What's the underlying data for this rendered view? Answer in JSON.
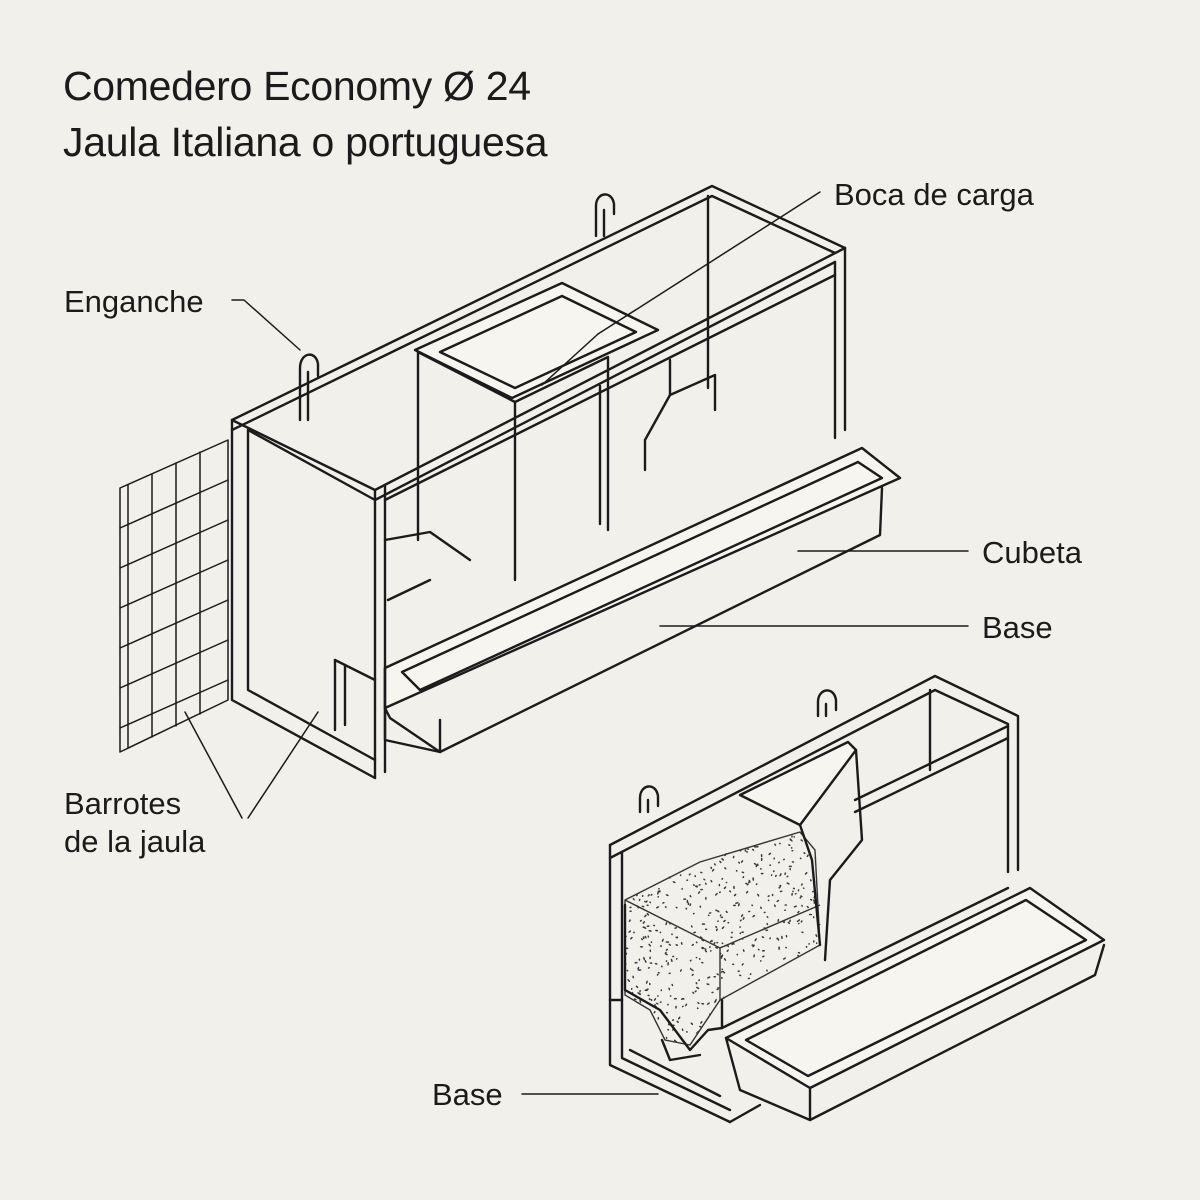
{
  "title": {
    "line1": "Comedero Economy Ø 24",
    "line2": "Jaula Italiana o portuguesa"
  },
  "labels": {
    "boca_de_carga": "Boca de carga",
    "enganche": "Enganche",
    "cubeta": "Cubeta",
    "base_upper": "Base",
    "barrotes_line1": "Barrotes",
    "barrotes_line2": "de la jaula",
    "base_lower": "Base"
  },
  "colors": {
    "background": "#f1f0ea",
    "line": "#1b1b1b"
  }
}
